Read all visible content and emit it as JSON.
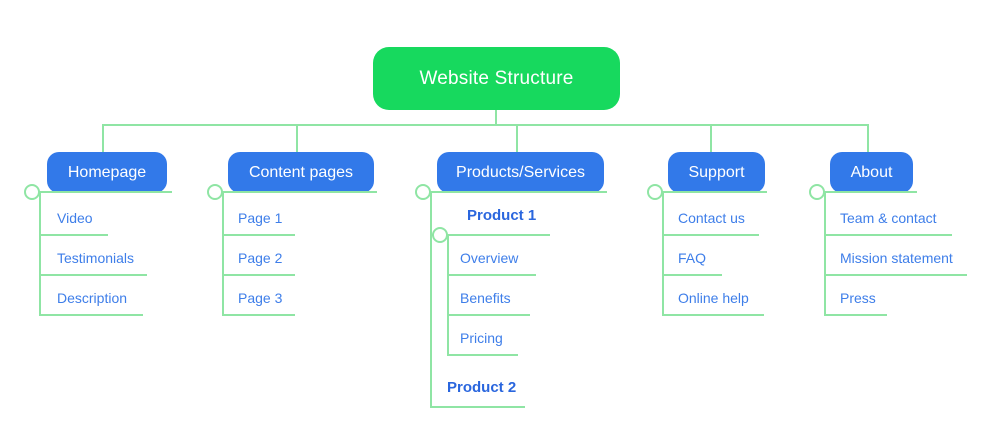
{
  "title": "Website Structure",
  "colors": {
    "root_node_bg": "#17d95e",
    "branch_node_bg": "#3279e9",
    "connector_line": "#8fe5a4",
    "leaf_text": "#3e7ee9",
    "group_heading_text": "#2a66de",
    "node_text": "#ffffff"
  },
  "root": {
    "label": "Website Structure"
  },
  "branches": [
    {
      "label": "Homepage",
      "items": [
        "Video",
        "Testimonials",
        "Description"
      ]
    },
    {
      "label": "Content pages",
      "items": [
        "Page 1",
        "Page 2",
        "Page 3"
      ]
    },
    {
      "label": "Products/Services",
      "sections": [
        {
          "title": "Product 1",
          "items": [
            "Overview",
            "Benefits",
            "Pricing"
          ]
        },
        {
          "title": "Product 2",
          "items": []
        }
      ]
    },
    {
      "label": "Support",
      "items": [
        "Contact us",
        "FAQ",
        "Online help"
      ]
    },
    {
      "label": "About",
      "items": [
        "Team & contact",
        "Mission statement",
        "Press"
      ]
    }
  ]
}
